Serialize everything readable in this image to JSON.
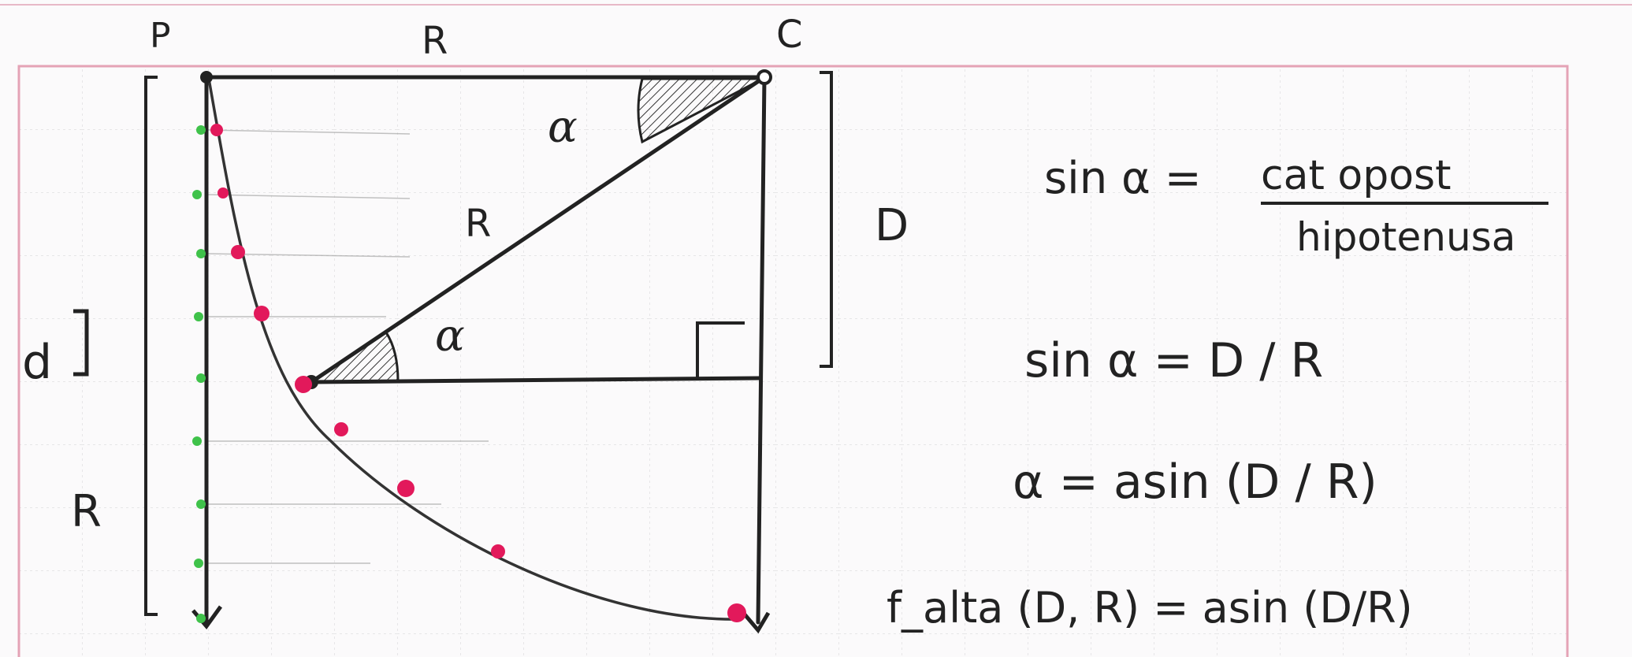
{
  "labels": {
    "point_p": "P",
    "point_c": "C",
    "top_radius": "R",
    "diagonal_radius": "R",
    "lower_left_radius": "R",
    "angle_top": "α",
    "angle_mid": "α",
    "distance_d": "D",
    "small_d": "d"
  },
  "equations": {
    "eq1_lhs": "sin α =",
    "eq1_numerator": "cat opost",
    "eq1_denominator": "hipotenusa",
    "eq2": "sin α = D / R",
    "eq3": "α = asin (D / R)",
    "eq4": "f_alta (D, R) = asin (D/R)"
  },
  "colors": {
    "ink": "#222222",
    "red_dots": "#e2195b",
    "green_dots": "#3fc24a",
    "grid": "#d9d9db",
    "border_pink": "#e4a3b6"
  }
}
